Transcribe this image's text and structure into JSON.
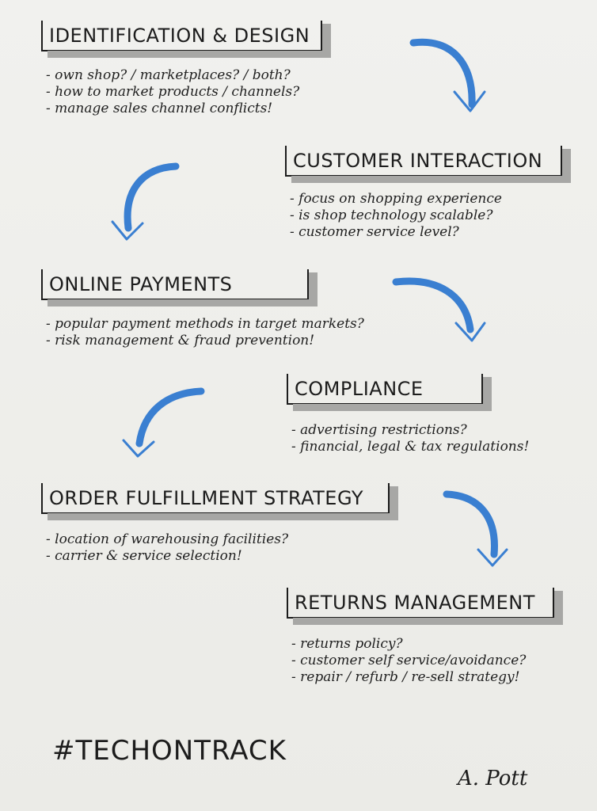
{
  "steps": [
    {
      "title": "IDENTIFICATION & DESIGN",
      "bullets": [
        "own shop? / marketplaces? / both?",
        "how to market products / channels?",
        "manage sales channel conflicts!"
      ]
    },
    {
      "title": "CUSTOMER INTERACTION",
      "bullets": [
        "focus on shopping experience",
        "is shop technology scalable?",
        "customer service level?"
      ]
    },
    {
      "title": "ONLINE PAYMENTS",
      "bullets": [
        "popular payment methods in target markets?",
        "risk management & fraud prevention!"
      ]
    },
    {
      "title": "COMPLIANCE",
      "bullets": [
        "advertising restrictions?",
        "financial, legal & tax regulations!"
      ]
    },
    {
      "title": "ORDER FULFILLMENT STRATEGY",
      "bullets": [
        "location of warehousing facilities?",
        "carrier & service selection!"
      ]
    },
    {
      "title": "RETURNS MANAGEMENT",
      "bullets": [
        "returns policy?",
        "customer self service/avoidance?",
        "repair / refurb / re-sell strategy!"
      ]
    }
  ],
  "hashtag": "#TECHONTRACK",
  "signature": "A. Pott",
  "colors": {
    "arrow": "#3a7fd1",
    "ink": "#1c1c1c",
    "shadow": "#a7a7a5",
    "paper": "#eeeeea"
  }
}
